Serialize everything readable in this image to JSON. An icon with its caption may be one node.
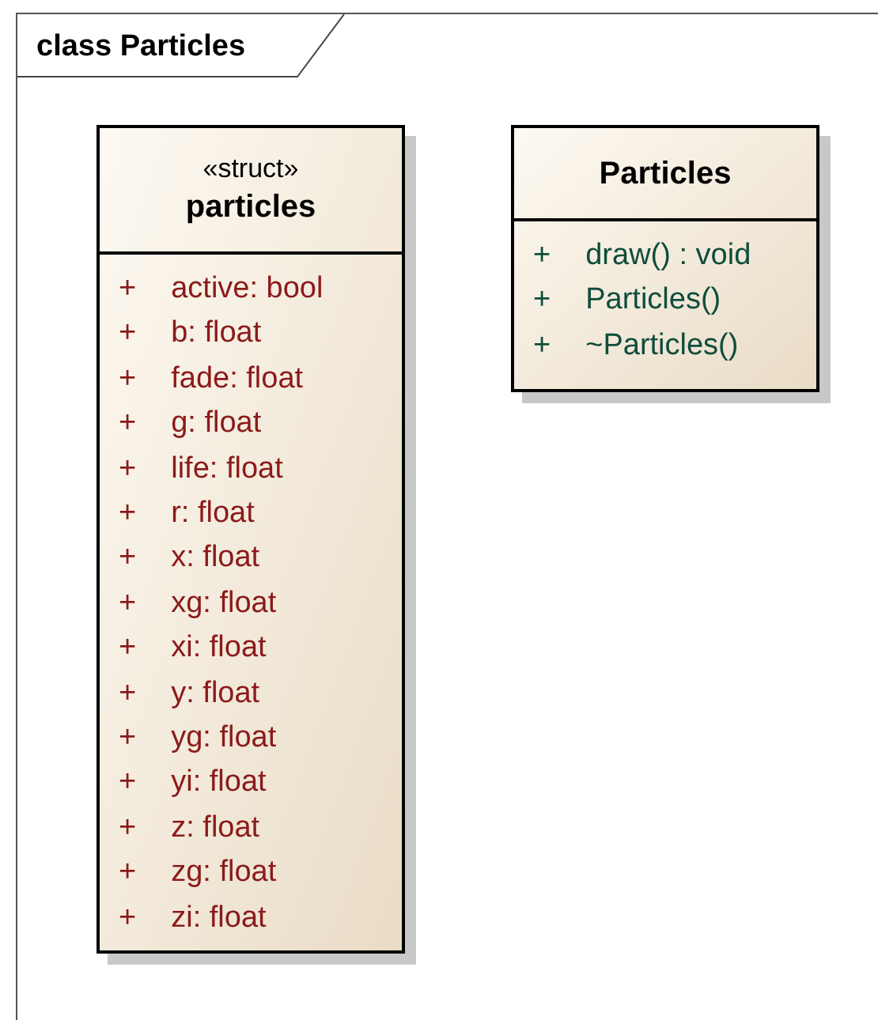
{
  "diagram": {
    "nodes": [
      {
        "text": [
          "class Particles"
        ]
      },
      {
        "text": [
          "«struct»",
          "particles"
        ],
        "in": 0
      },
      {
        "text": [
          "+",
          "active: bool",
          "+",
          "b: float",
          "+",
          "fade: float",
          "+",
          "g: float",
          "+",
          "life: float",
          "+",
          "r: float",
          "+",
          "x: float",
          "+",
          "xg: float",
          "+",
          "xi: float",
          "+",
          "y: float",
          "+",
          "yg: float",
          "+",
          "yi: float",
          "+",
          "z: float",
          "+",
          "zg: float",
          "+",
          "zi: float"
        ],
        "in": 1
      },
      {
        "text": [
          "Particles"
        ],
        "in": 0
      },
      {
        "text": [
          "+",
          "draw() : void",
          "+",
          "Particles()",
          "+",
          "~Particles()"
        ],
        "in": 3
      }
    ],
    "edges": []
  }
}
